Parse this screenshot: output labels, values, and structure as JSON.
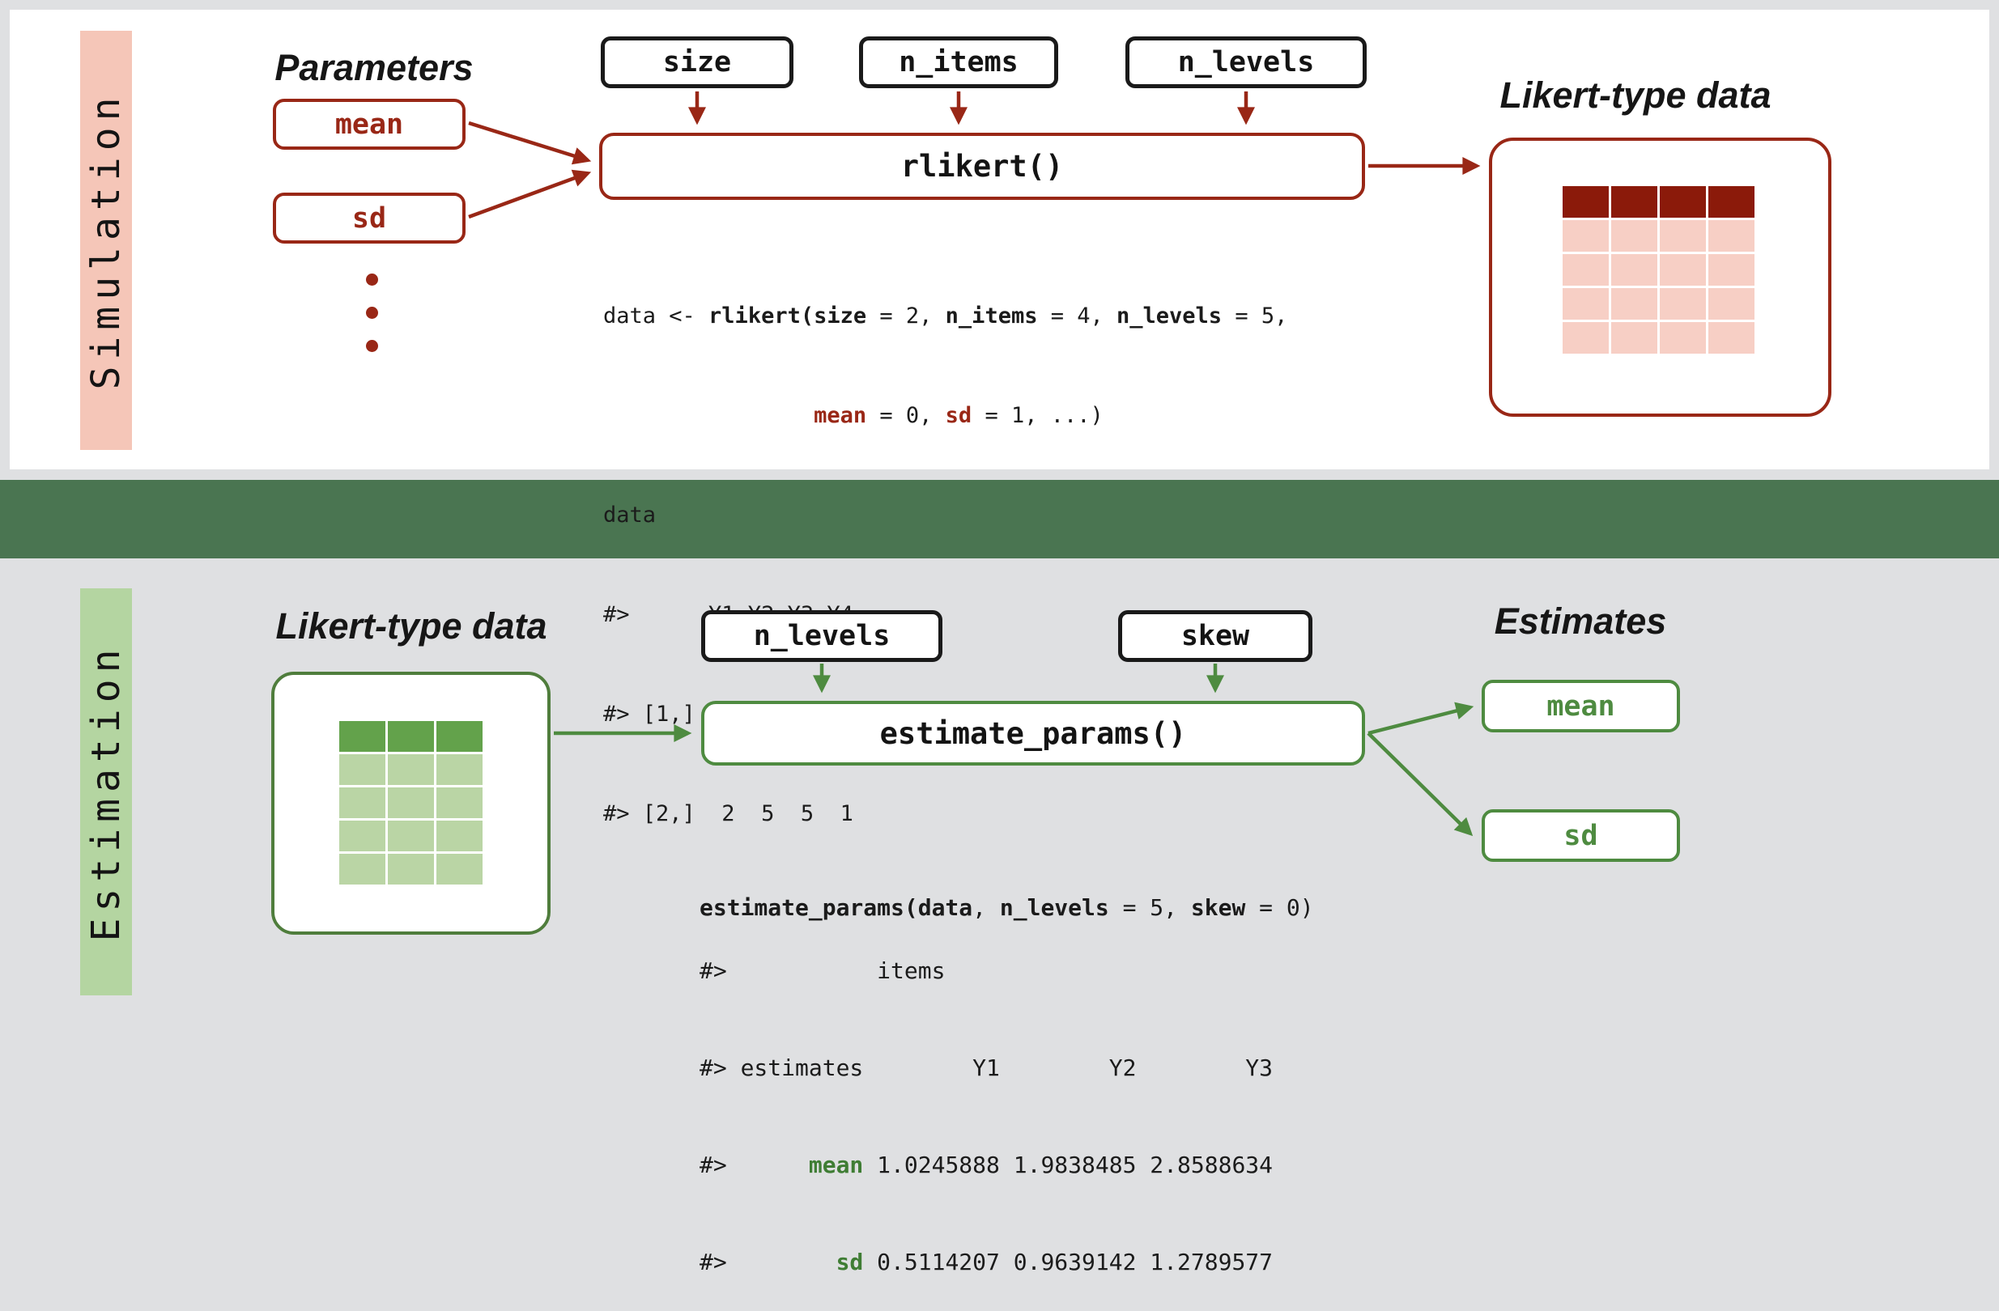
{
  "colors": {
    "background": "#dfe0e2",
    "panel": "#ffffff",
    "divider_green": "#4a7551",
    "simulation_bar_pink": "#f5c6b8",
    "estimation_bar_green": "#b4d5a1",
    "accent_red": "#992716",
    "table_header_red": "#8b1a0a",
    "table_cell_pink": "#f7cfc5",
    "accent_green": "#4e8b40",
    "table_header_green": "#63a24b",
    "table_cell_green": "#bad5a5",
    "box_black": "#1a1a1a"
  },
  "simulation": {
    "section_label": "Simulation",
    "parameters_title": "Parameters",
    "mean_label": "mean",
    "sd_label": "sd",
    "size_label": "size",
    "n_items_label": "n_items",
    "n_levels_label": "n_levels",
    "function_label": "rlikert()",
    "output_title": "Likert-type data",
    "table": {
      "columns": 4,
      "rows": 5,
      "header_color": "#8b1a0a",
      "cell_color": "#f7cfc5"
    },
    "code": {
      "l1a": "data <- ",
      "l1b": "rlikert(size",
      "l1c": " = 2, ",
      "l1d": "n_items",
      "l1e": " = 4, ",
      "l1f": "n_levels",
      "l1g": " = 5,",
      "l2a": "                ",
      "l2b": "mean",
      "l2c": " = 0, ",
      "l2d": "sd",
      "l2e": " = 1, ...)",
      "l3": "data",
      "l4": "#>      Y1 Y2 Y3 Y4",
      "l5": "#> [1,]  1  4  4  2",
      "l6": "#> [2,]  2  5  5  1"
    }
  },
  "estimation": {
    "section_label": "Estimation",
    "input_title": "Likert-type data",
    "estimates_title": "Estimates",
    "n_levels_label": "n_levels",
    "skew_label": "skew",
    "function_label": "estimate_params()",
    "mean_label": "mean",
    "sd_label": "sd",
    "table": {
      "columns": 3,
      "rows": 5,
      "header_color": "#63a24b",
      "cell_color": "#bad5a5"
    },
    "estimates": {
      "items": [
        "Y1",
        "Y2",
        "Y3"
      ],
      "mean": [
        1.0245888,
        1.9838485,
        2.8588634
      ],
      "sd": [
        0.5114207,
        0.9639142,
        1.2789577
      ]
    },
    "code": {
      "l1a": "estimate_params(data",
      "l1b": ", ",
      "l1c": "n_levels",
      "l1d": " = 5, ",
      "l1e": "skew",
      "l1f": " = 0)",
      "l2": "#>           items",
      "l3": "#> estimates        Y1        Y2        Y3",
      "l4a": "#>      ",
      "l4b": "mean",
      "l4c": " 1.0245888 1.9838485 2.8588634",
      "l5a": "#>        ",
      "l5b": "sd",
      "l5c": " 0.5114207 0.9639142 1.2789577"
    }
  }
}
